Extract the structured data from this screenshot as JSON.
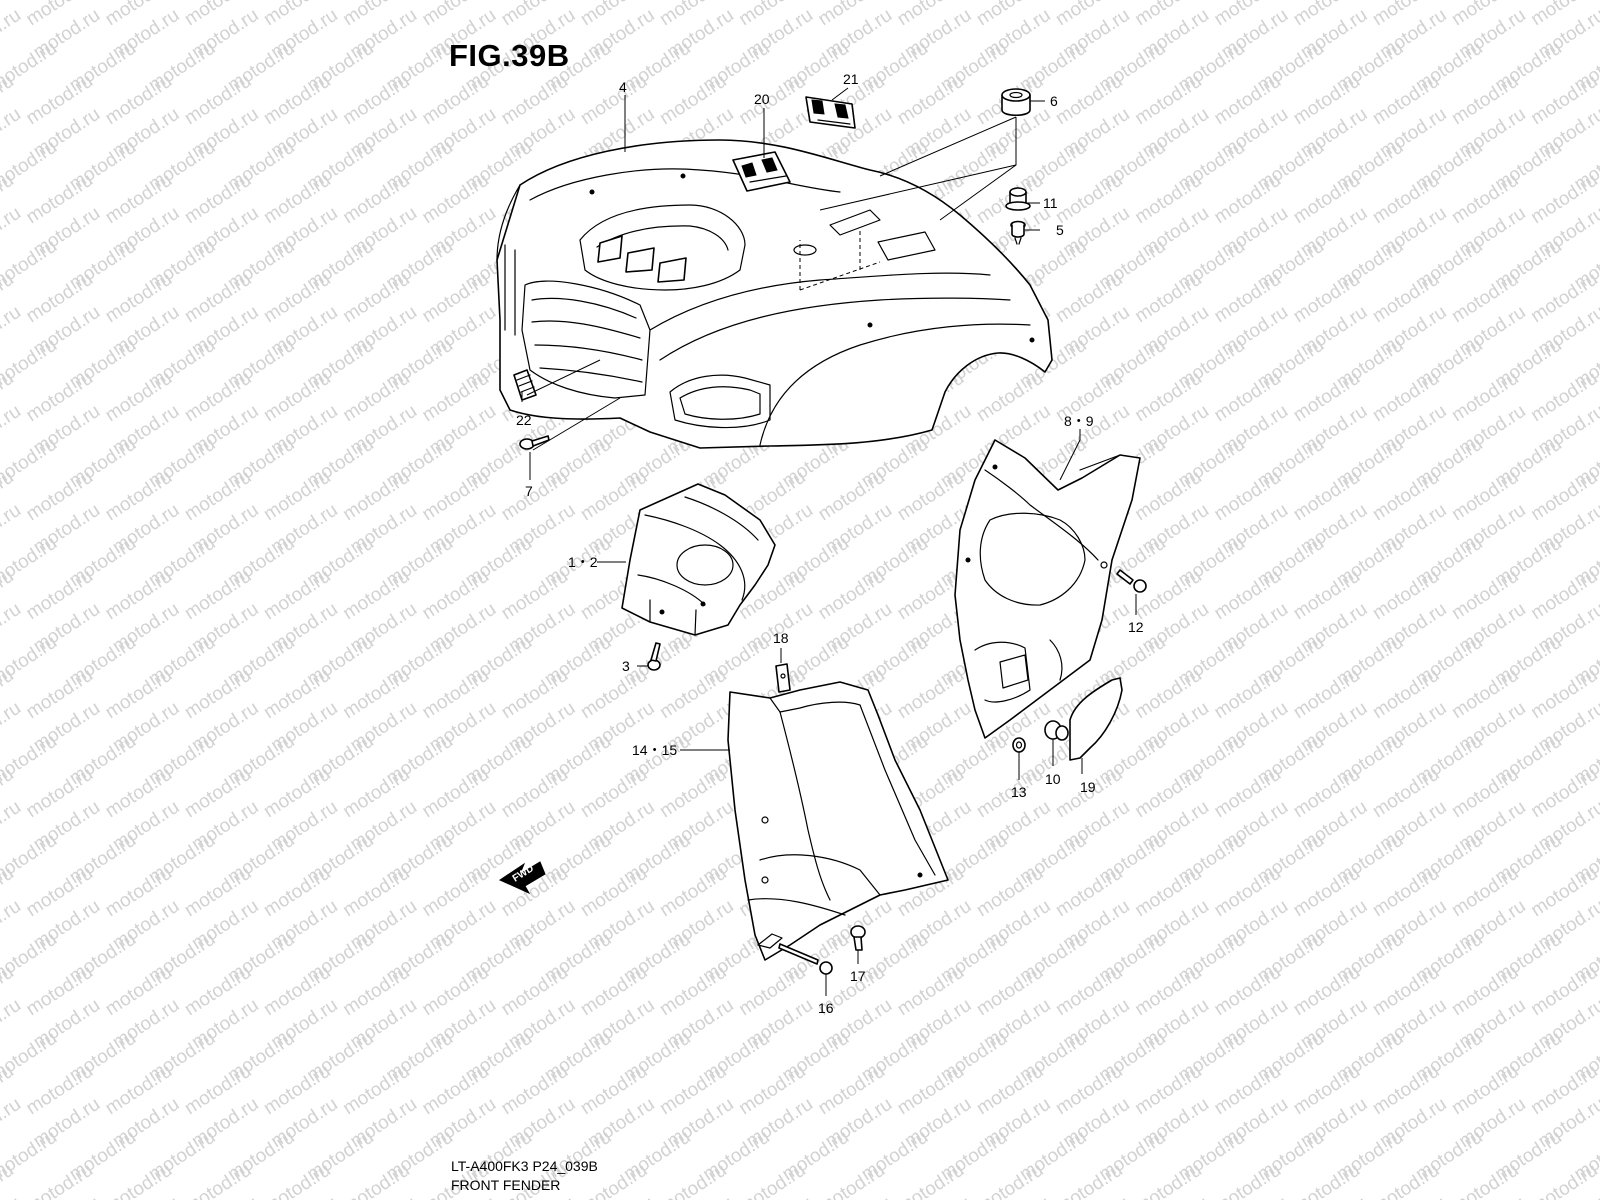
{
  "figure": {
    "title": "FIG.39B",
    "model_code": "LT-A400FK3 P24_039B",
    "name": "FRONT FENDER"
  },
  "watermark": {
    "text": "motod.ru",
    "color": "#d2d2d2"
  },
  "direction_marker": "FWD",
  "callouts": [
    {
      "id": "c4",
      "label": "4"
    },
    {
      "id": "c20",
      "label": "20"
    },
    {
      "id": "c21",
      "label": "21"
    },
    {
      "id": "c6",
      "label": "6"
    },
    {
      "id": "c11",
      "label": "11"
    },
    {
      "id": "c5",
      "label": "5"
    },
    {
      "id": "c22",
      "label": "22"
    },
    {
      "id": "c7",
      "label": "7"
    },
    {
      "id": "c8-9",
      "label": "8・9"
    },
    {
      "id": "c1-2",
      "label": "1・2"
    },
    {
      "id": "c12",
      "label": "12"
    },
    {
      "id": "c18",
      "label": "18"
    },
    {
      "id": "c3",
      "label": "3"
    },
    {
      "id": "c14-15",
      "label": "14・15"
    },
    {
      "id": "c13",
      "label": "13"
    },
    {
      "id": "c10",
      "label": "10"
    },
    {
      "id": "c19",
      "label": "19"
    },
    {
      "id": "c17",
      "label": "17"
    },
    {
      "id": "c16",
      "label": "16"
    }
  ]
}
